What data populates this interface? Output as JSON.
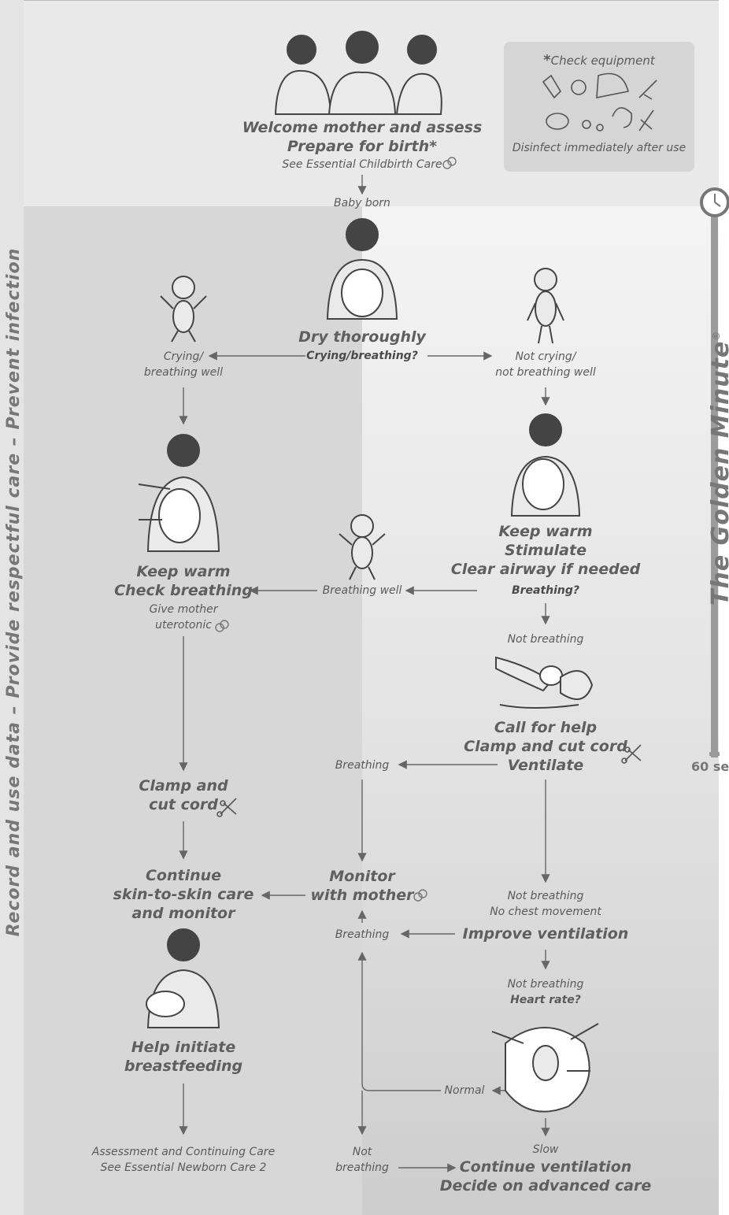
{
  "side_label": "Record and use data  –  Provide respectful care  –  Prevent infection",
  "golden_minute": "The Golden Minute",
  "registered": "®",
  "timer_end": "60 se",
  "equipment": {
    "title": "Check equipment",
    "star": "*",
    "footer": "Disinfect immediately after use"
  },
  "welcome": {
    "line1": "Welcome mother and assess",
    "line2": "Prepare for birth*",
    "link": "See Essential Childbirth Care"
  },
  "baby_born": "Baby born",
  "dry": {
    "title": "Dry thoroughly",
    "question": "Crying/breathing?"
  },
  "crying": {
    "line1": "Crying/",
    "line2": "breathing well"
  },
  "not_crying": {
    "line1": "Not crying/",
    "line2": "not breathing well"
  },
  "keep_warm_left": {
    "line1": "Keep warm",
    "line2": "Check breathing",
    "line3": "Give mother",
    "line4": "uterotonic"
  },
  "breathing_well": "Breathing well",
  "keep_warm_right": {
    "line1": "Keep warm",
    "line2": "Stimulate",
    "line3": "Clear airway if needed",
    "question": "Breathing?"
  },
  "not_breathing_1": "Not breathing",
  "call_help": {
    "line1": "Call for help",
    "line2": "Clamp and cut cord",
    "line3": "Ventilate"
  },
  "breathing_1": "Breathing",
  "clamp_left": {
    "line1": "Clamp and",
    "line2": "cut cord"
  },
  "monitor": {
    "line1": "Monitor",
    "line2": "with mother"
  },
  "continue_skin": {
    "line1": "Continue",
    "line2": "skin-to-skin care",
    "line3": "and monitor"
  },
  "not_breathing_2": {
    "line1": "Not breathing",
    "line2": "No chest movement"
  },
  "breathing_2": "Breathing",
  "improve": "Improve ventilation",
  "not_breathing_3": {
    "line1": "Not breathing",
    "line2": "Heart rate?"
  },
  "normal": "Normal",
  "breastfeeding": {
    "line1": "Help initiate",
    "line2": "breastfeeding"
  },
  "assessment": {
    "line1": "Assessment and Continuing Care",
    "line2": "See Essential Newborn Care 2"
  },
  "not_breathing_4": {
    "line1": "Not",
    "line2": "breathing"
  },
  "slow": "Slow",
  "continue_vent": {
    "line1": "Continue ventilation",
    "line2": "Decide on advanced care"
  }
}
